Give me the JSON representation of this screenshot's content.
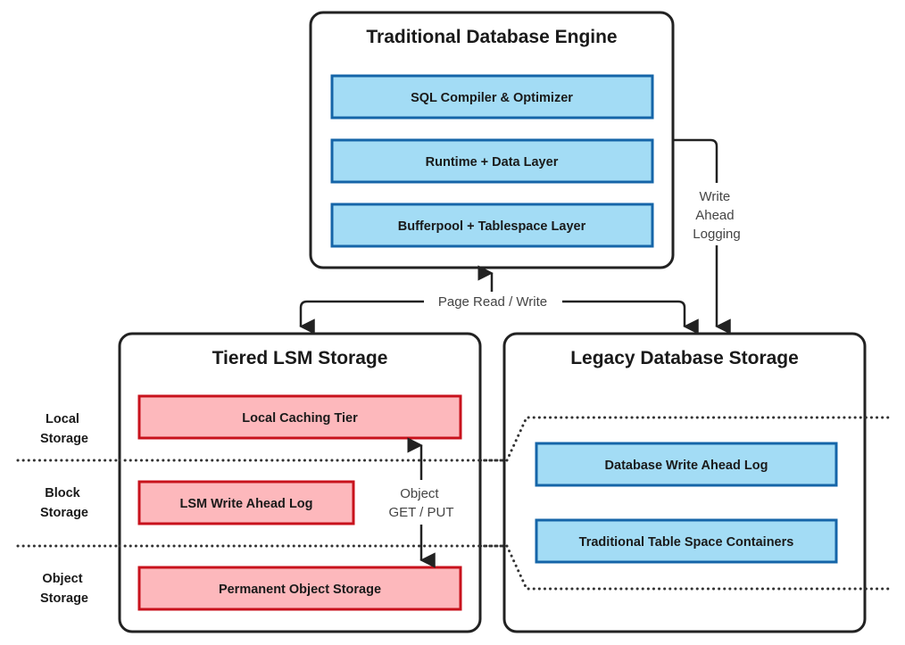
{
  "colors": {
    "blue_fill": "#a3dcf5",
    "blue_stroke": "#1565a8",
    "red_fill": "#fdb8bc",
    "red_stroke": "#c8121c",
    "outline": "#222222"
  },
  "engine": {
    "title": "Traditional Database Engine",
    "layers": [
      {
        "label": "SQL Compiler & Optimizer"
      },
      {
        "label": "Runtime + Data Layer"
      },
      {
        "label": "Bufferpool + Tablespace Layer"
      }
    ]
  },
  "connectors": {
    "page_read_write": "Page Read / Write",
    "write_ahead_logging": [
      "Write",
      "Ahead",
      "Logging"
    ],
    "object_get_put": [
      "Object",
      "GET / PUT"
    ]
  },
  "tiered": {
    "title": "Tiered LSM Storage",
    "boxes": [
      {
        "label": "Local Caching Tier"
      },
      {
        "label": "LSM Write Ahead Log"
      },
      {
        "label": "Permanent Object Storage"
      }
    ]
  },
  "legacy": {
    "title": "Legacy Database Storage",
    "boxes": [
      {
        "label": "Database Write Ahead Log"
      },
      {
        "label": "Traditional Table Space Containers"
      }
    ]
  },
  "tiers": [
    {
      "lines": [
        "Local",
        "Storage"
      ]
    },
    {
      "lines": [
        "Block",
        "Storage"
      ]
    },
    {
      "lines": [
        "Object",
        "Storage"
      ]
    }
  ]
}
